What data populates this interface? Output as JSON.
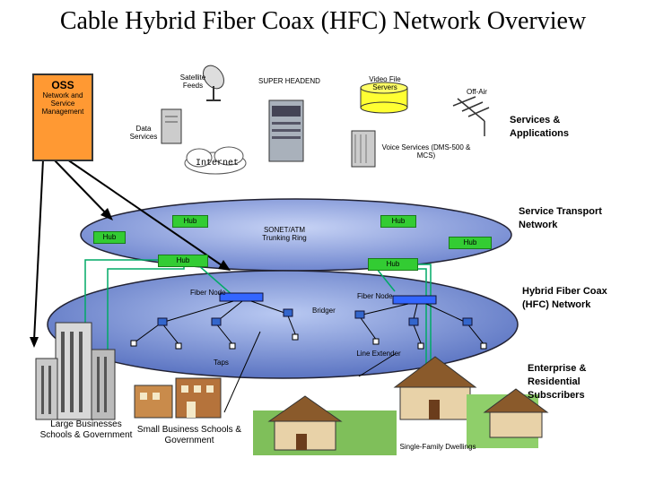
{
  "title": "Cable Hybrid Fiber Coax (HFC) Network Overview",
  "oss": {
    "title": "OSS",
    "subtitle": "Network and Service Management"
  },
  "top_labels": {
    "satellite": "Satellite Feeds",
    "headend": "SUPER HEADEND",
    "video": "Video File Servers",
    "offair": "Off-Air",
    "data": "Data Services",
    "voice": "Voice Services (DMS-500 & MCS)",
    "internet": "Internet"
  },
  "side_labels": {
    "services": "Services & Applications",
    "transport": "Service Transport Network",
    "hfc": "Hybrid Fiber Coax (HFC) Network",
    "enterprise": "Enterprise & Residential Subscribers"
  },
  "transport": {
    "ring": "SONET/ATM Trunking Ring",
    "hubs": [
      "Hub",
      "Hub",
      "Hub",
      "Hub",
      "Hub",
      "Hub"
    ]
  },
  "hfc": {
    "fiber_node_left": "Fiber Node",
    "fiber_node_right": "Fiber Node",
    "bridger": "Bridger",
    "taps": "Taps",
    "line_extender": "Line Extender"
  },
  "subscribers": {
    "large": "Large Businesses Schools & Government",
    "small": "Small Business Schools & Government",
    "single": "Single-Family Dwellings"
  },
  "colors": {
    "hub": "#33cc33",
    "ellipse_fill": "#8fa8e6",
    "oss_fill": "#ff9933",
    "fiber_line": "#00aa66"
  }
}
